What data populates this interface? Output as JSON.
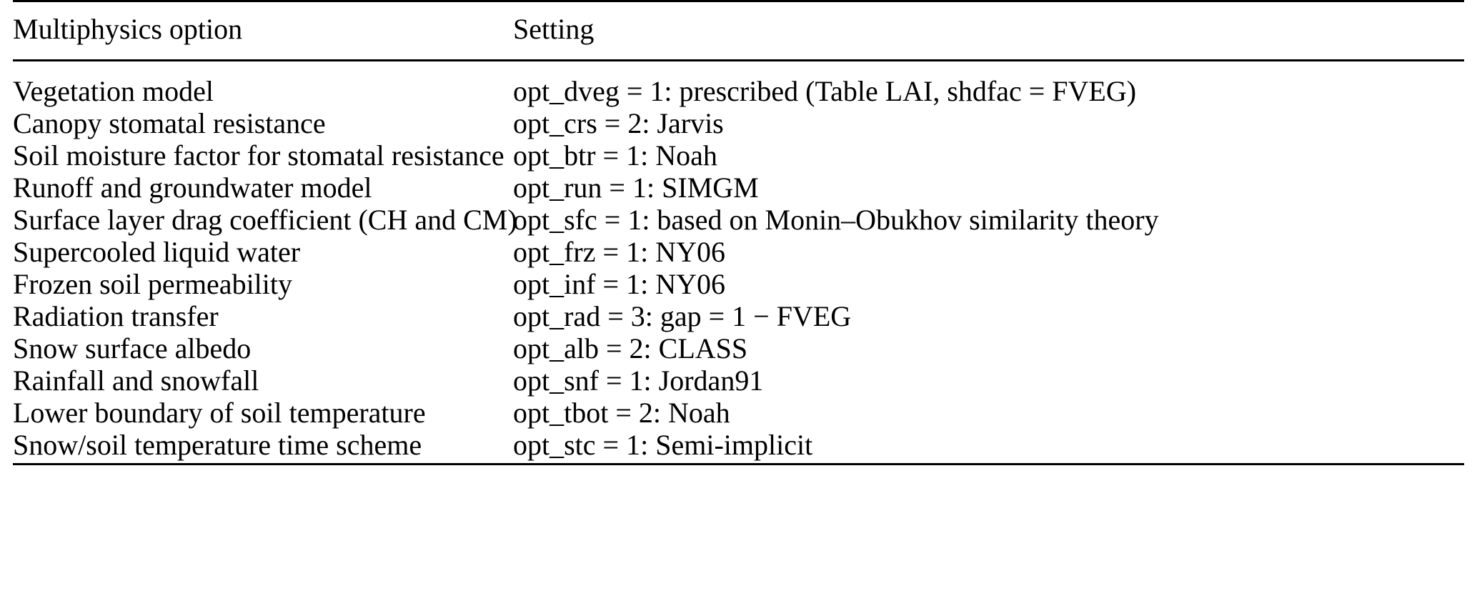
{
  "table": {
    "headers": {
      "option": "Multiphysics option",
      "setting": "Setting"
    },
    "rows": [
      {
        "option": "Vegetation model",
        "setting": "opt_dveg = 1: prescribed (Table LAI, shdfac = FVEG)"
      },
      {
        "option": "Canopy stomatal resistance",
        "setting": "opt_crs = 2: Jarvis"
      },
      {
        "option": "Soil moisture factor for stomatal resistance",
        "setting": "opt_btr = 1: Noah"
      },
      {
        "option": "Runoff and groundwater model",
        "setting": "opt_run = 1: SIMGM"
      },
      {
        "option": "Surface layer drag coefficient (CH and CM)",
        "setting": "opt_sfc = 1: based on Monin–Obukhov similarity theory"
      },
      {
        "option": "Supercooled liquid water",
        "setting": "opt_frz = 1: NY06"
      },
      {
        "option": "Frozen soil permeability",
        "setting": "opt_inf = 1: NY06"
      },
      {
        "option": "Radiation transfer",
        "setting": "opt_rad = 3: gap = 1 − FVEG"
      },
      {
        "option": "Snow surface albedo",
        "setting": "opt_alb = 2: CLASS"
      },
      {
        "option": "Rainfall and snowfall",
        "setting": "opt_snf = 1: Jordan91"
      },
      {
        "option": "Lower boundary of soil temperature",
        "setting": "opt_tbot = 2: Noah"
      },
      {
        "option": "Snow/soil temperature time scheme",
        "setting": "opt_stc = 1: Semi-implicit"
      }
    ]
  }
}
